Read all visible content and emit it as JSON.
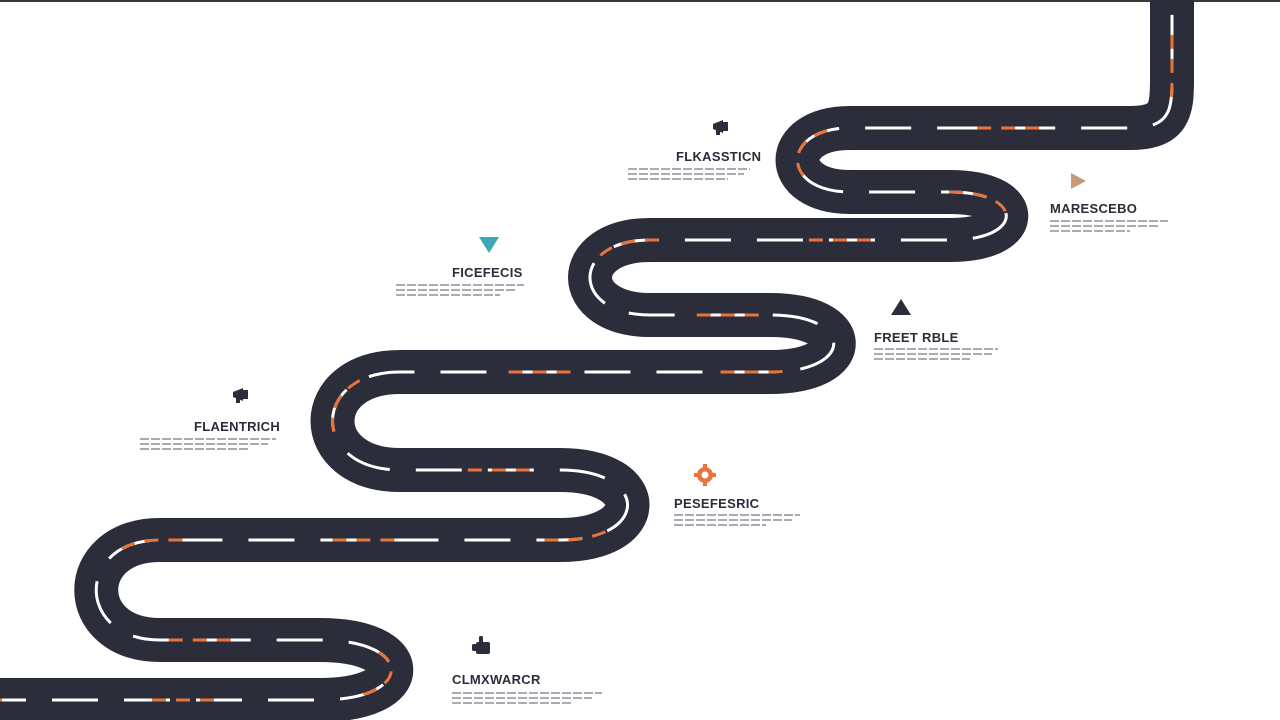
{
  "colors": {
    "road": "#2b2d3a",
    "dash_white": "#ffffff",
    "dash_orange": "#e8743b",
    "text": "#2b2d3a",
    "caption": "#a9abb3"
  },
  "milestones": [
    {
      "title": "FLAENTRICH",
      "icon": "megaphone-icon",
      "icon_color": "#2b2d3a"
    },
    {
      "title": "FICEFECIS",
      "icon": "triangle-down-icon",
      "icon_color": "#3aa8b5"
    },
    {
      "title": "FLKASSTICN",
      "icon": "megaphone-icon",
      "icon_color": "#2b2d3a"
    },
    {
      "title": "MARESCEBO",
      "icon": "triangle-right-icon",
      "icon_color": "#c89a78"
    },
    {
      "title": "FREET RBLE",
      "icon": "triangle-up-icon",
      "icon_color": "#2b2d3a"
    },
    {
      "title": "PESEFESRIC",
      "icon": "gear-icon",
      "icon_color": "#e8743b"
    },
    {
      "title": "CLMXWARCR",
      "icon": "hand-icon",
      "icon_color": "#2b2d3a"
    }
  ]
}
